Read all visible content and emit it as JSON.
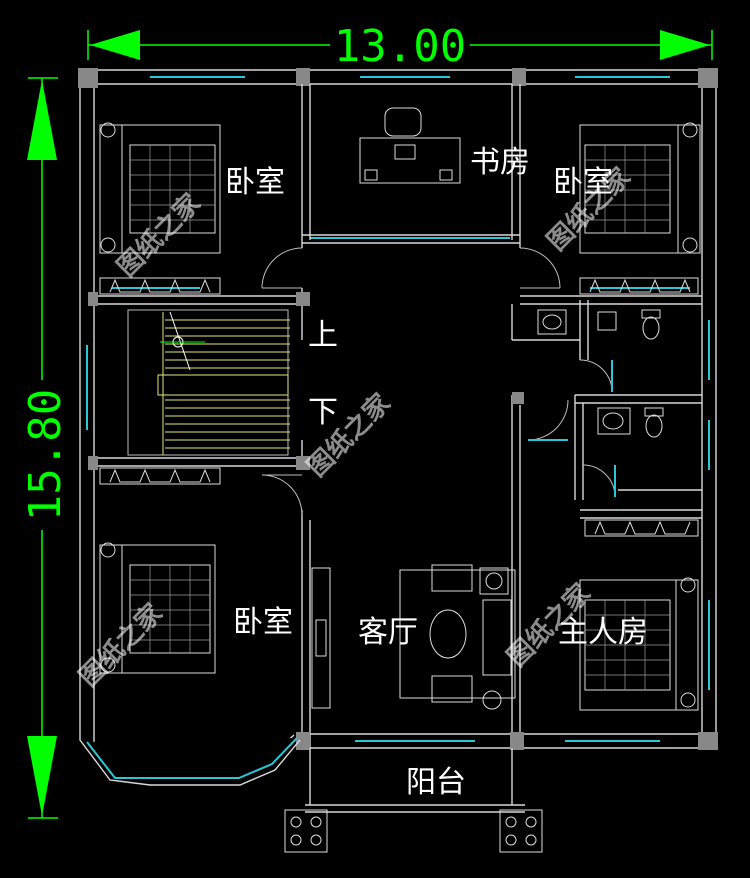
{
  "dimensions": {
    "width": "13.00",
    "height": "15.80",
    "color": "#00ff00"
  },
  "rooms": {
    "bedroom_nw": "卧室",
    "study": "书房",
    "bedroom_ne": "卧室",
    "stair_up": "上",
    "stair_down": "下",
    "bedroom_sw": "卧室",
    "living_room": "客厅",
    "master_bedroom": "主人房",
    "balcony": "阳台"
  },
  "watermark": "图纸之家",
  "colors": {
    "background": "#000000",
    "wall": "#d8d8d8",
    "window": "#29c8d8",
    "stair": "#e6e680"
  }
}
